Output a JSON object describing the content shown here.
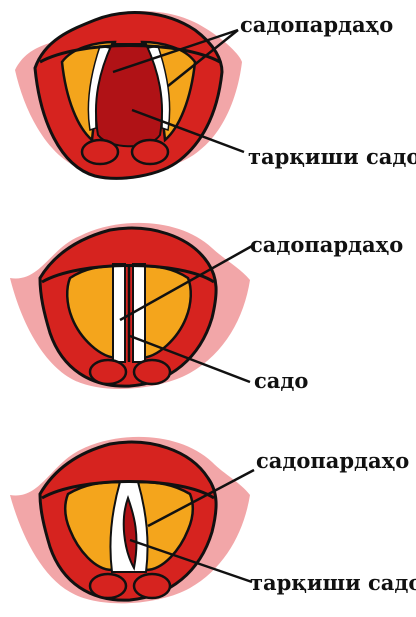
{
  "colors": {
    "outer_flesh": "#f2a6a8",
    "outer_red": "#d6231f",
    "dark_red": "#b01216",
    "fold_orange": "#f4a51c",
    "glottis_white": "#ffffff",
    "line": "#111111"
  },
  "figures": [
    {
      "state": "open",
      "labels": {
        "folds": "садопардаҳо",
        "glottis": "тарқиши садо"
      }
    },
    {
      "state": "closed",
      "labels": {
        "folds": "садопардаҳо",
        "voice": "садо"
      }
    },
    {
      "state": "partly-open",
      "labels": {
        "folds": "садопардаҳо",
        "glottis": "тарқиши садо"
      }
    }
  ]
}
